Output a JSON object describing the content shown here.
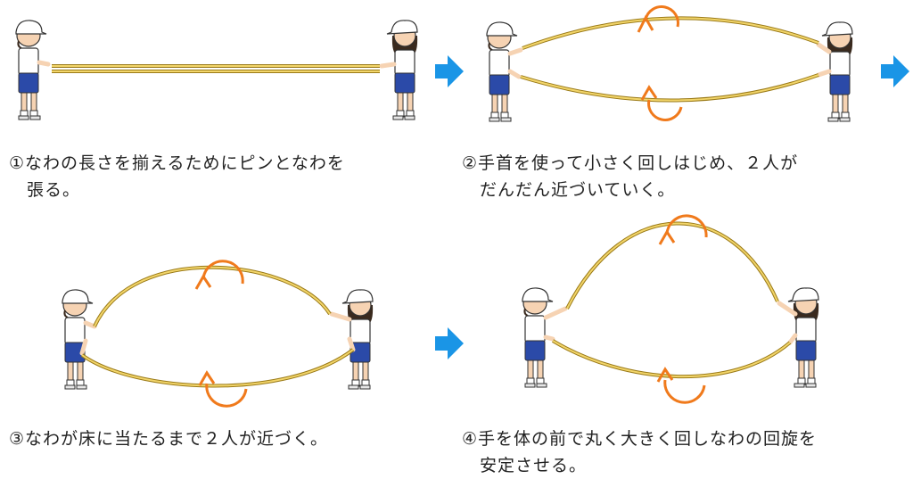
{
  "colors": {
    "rope_outer": "#9a7a18",
    "rope_inner": "#f2d56a",
    "arrow_orange": "#f07a1c",
    "step_arrow_blue": "#1a95e6",
    "shirt": "#ffffff",
    "shorts": "#2b4aa8",
    "cap": "#ffffff",
    "skin": "#f6d3b3",
    "hair": "#3a2a1e"
  },
  "steps": [
    {
      "caption_line1": "①なわの長さを揃えるためにピンとなわを",
      "caption_line2": "　張る。"
    },
    {
      "caption_line1": "②手首を使って小さく回しはじめ、２人が",
      "caption_line2": "　だんだん近づいていく。"
    },
    {
      "caption_line1": "③なわが床に当たるまで２人が近づく。",
      "caption_line2": ""
    },
    {
      "caption_line1": "④手を体の前で丸く大きく回しなわの回旋を",
      "caption_line2": "　安定させる。"
    }
  ],
  "icons": [
    "rotation-arrow-icon",
    "next-step-arrow-icon",
    "child-figure-icon"
  ]
}
